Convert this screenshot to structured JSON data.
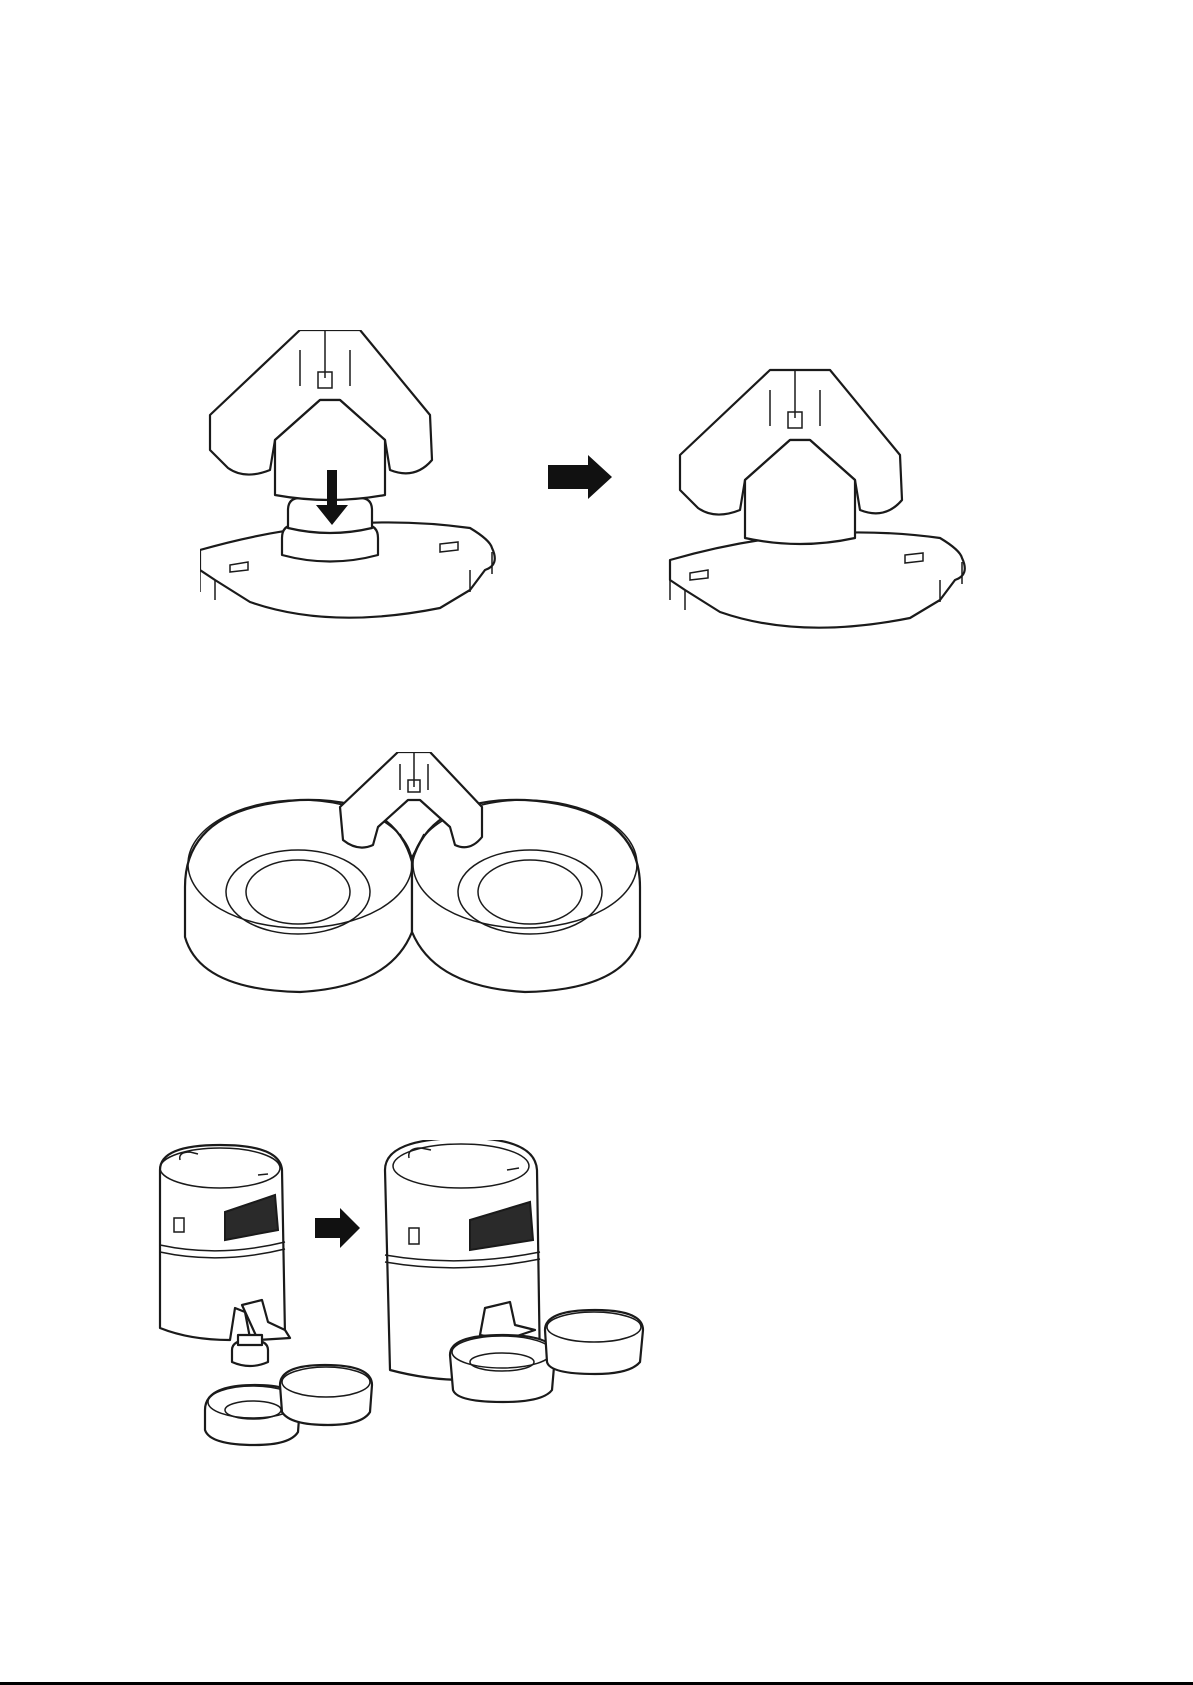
{
  "figures": [
    {
      "id": "lid-funnel-attach",
      "icon": "funnel-attach-illustration"
    },
    {
      "id": "double-bowl-with-funnel",
      "icon": "double-bowl-illustration"
    },
    {
      "id": "feeder-assembly",
      "icon": "feeder-assembly-illustration"
    }
  ],
  "colors": {
    "line": "#1a1a1a",
    "background": "#ffffff",
    "arrow": "#111111"
  }
}
